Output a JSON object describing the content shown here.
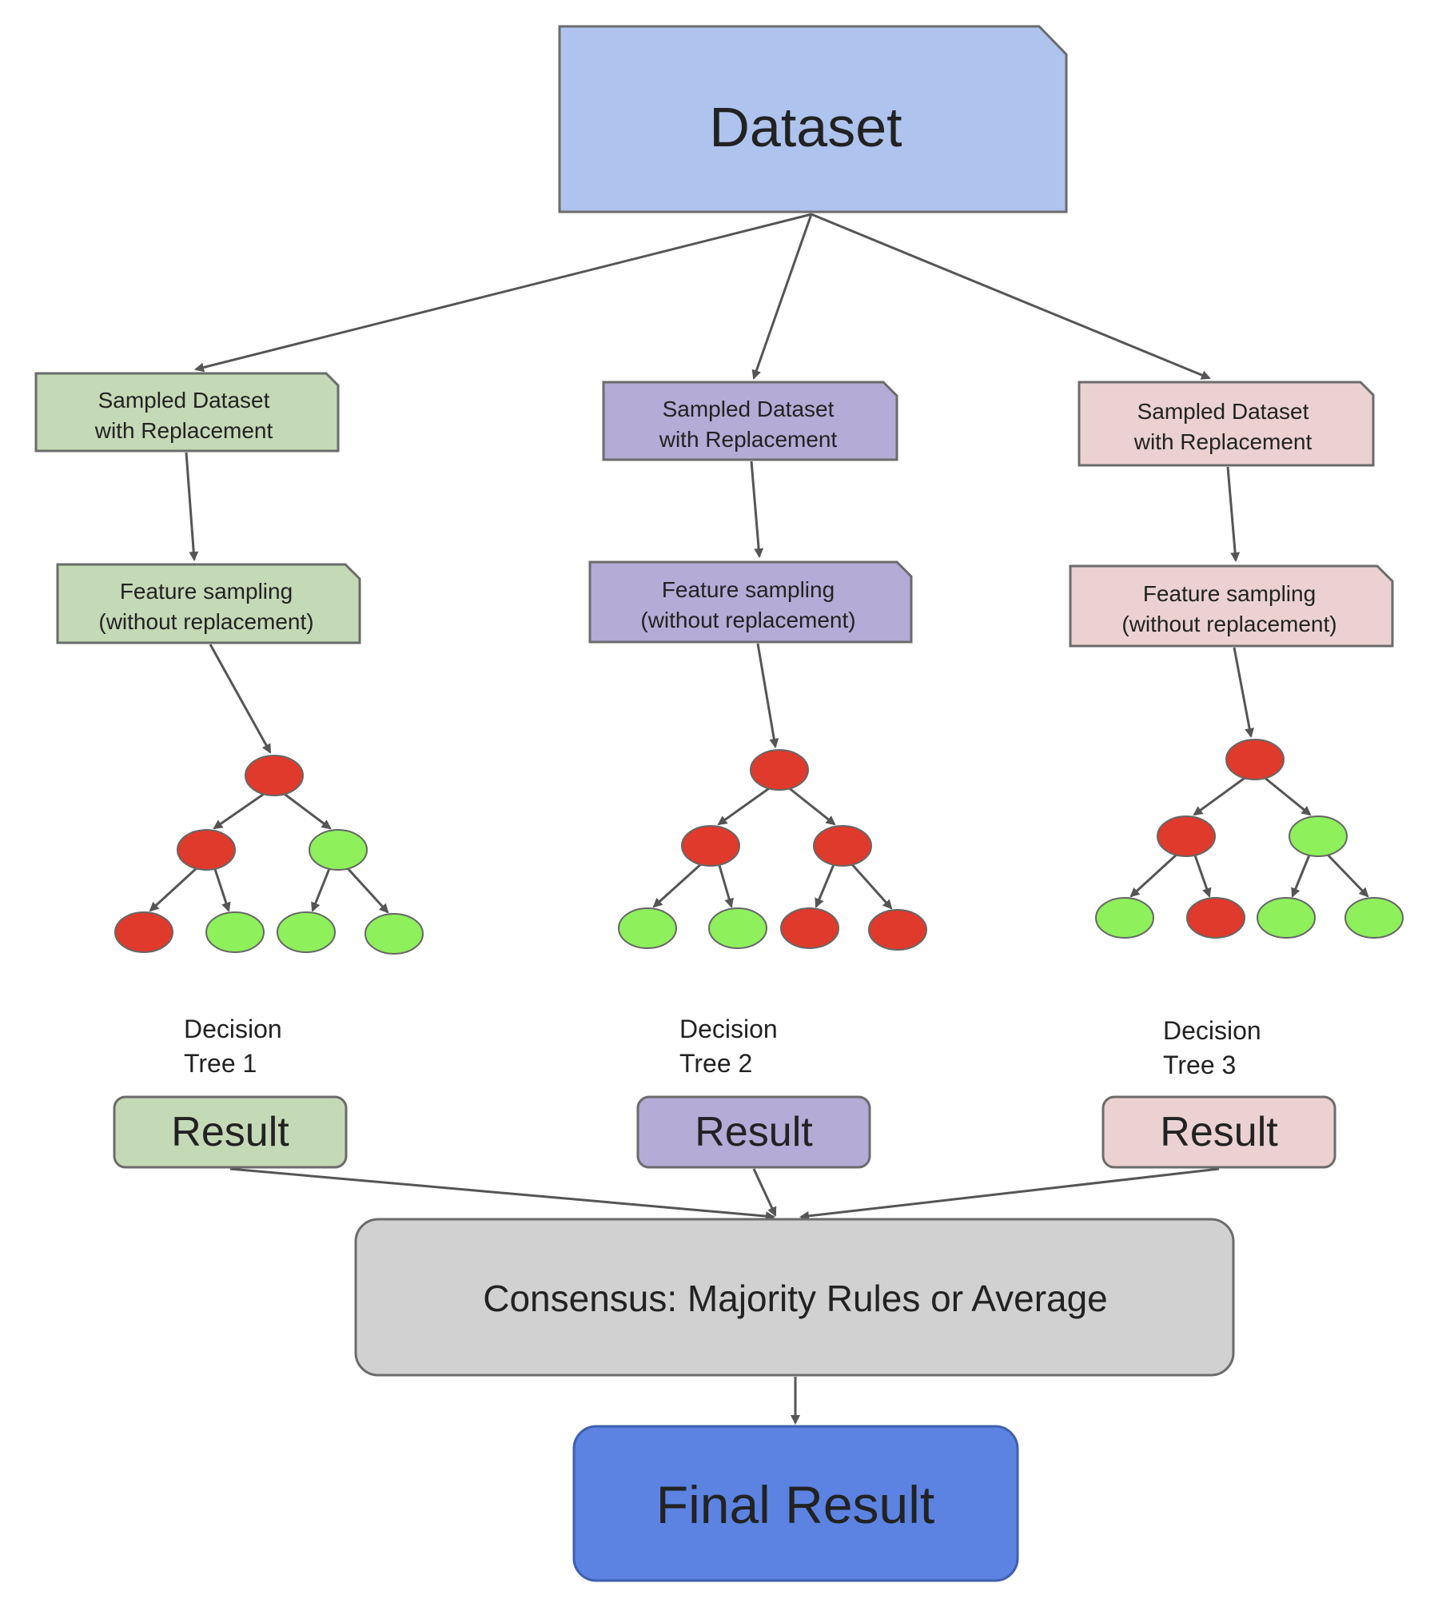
{
  "dataset": {
    "label": "Dataset",
    "color": "#aec3ee"
  },
  "branches": [
    {
      "color": "#c4d9b6",
      "sampled": [
        "Sampled Dataset",
        "with Replacement"
      ],
      "feature": [
        "Feature sampling",
        "(without replacement)"
      ],
      "tree_label": [
        "Decision",
        "Tree 1"
      ],
      "result": "Result",
      "leaves": [
        "red",
        "green",
        "green",
        "green"
      ],
      "level1": [
        "red",
        "green"
      ]
    },
    {
      "color": "#b4abd6",
      "sampled": [
        "Sampled Dataset",
        "with Replacement"
      ],
      "feature": [
        "Feature sampling",
        "(without replacement)"
      ],
      "tree_label": [
        "Decision",
        "Tree 2"
      ],
      "result": "Result",
      "leaves": [
        "green",
        "green",
        "red",
        "red"
      ],
      "level1": [
        "red",
        "red"
      ]
    },
    {
      "color": "#ebd1d1",
      "sampled": [
        "Sampled Dataset",
        "with Replacement"
      ],
      "feature": [
        "Feature sampling",
        "(without replacement)"
      ],
      "tree_label": [
        "Decision",
        "Tree 3"
      ],
      "result": "Result",
      "leaves": [
        "green",
        "red",
        "green",
        "green"
      ],
      "level1": [
        "red",
        "green"
      ]
    }
  ],
  "consensus": {
    "label": "Consensus: Majority Rules or Average",
    "color": "#d1d1d1"
  },
  "final": {
    "label": "Final Result",
    "color": "#5c83e2"
  },
  "node_colors": {
    "red": "#e03a2c",
    "green": "#8ef05b"
  }
}
